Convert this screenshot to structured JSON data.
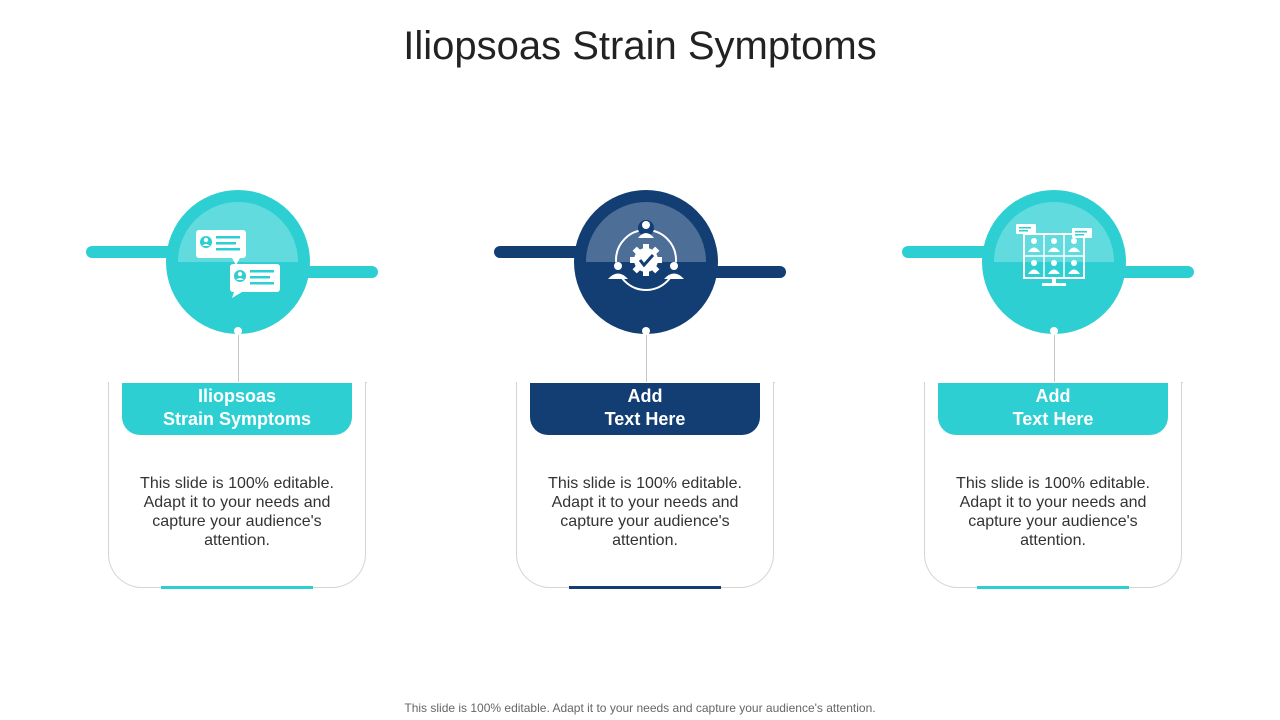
{
  "title": "Iliopsoas Strain Symptoms",
  "footer": "This slide is 100% editable. Adapt it to your needs and capture your audience's attention.",
  "colors": {
    "teal": "#2ecfd3",
    "navy": "#123e73",
    "line": "#d4d4d4"
  },
  "cards": [
    {
      "icon": "chat-messages-icon",
      "color": "#2ecfd3",
      "heading_line1": "Iliopsoas",
      "heading_line2": "Strain Symptoms",
      "body": "This slide is 100% editable. Adapt it to your needs and capture your audience's attention."
    },
    {
      "icon": "team-gear-check-icon",
      "color": "#123e73",
      "heading_line1": "Add",
      "heading_line2": "Text Here",
      "body": "This slide is 100% editable. Adapt it to your needs and capture your audience's attention."
    },
    {
      "icon": "video-conference-icon",
      "color": "#2ecfd3",
      "heading_line1": "Add",
      "heading_line2": "Text Here",
      "body": "This slide is 100% editable. Adapt it to your needs and capture your audience's attention."
    }
  ]
}
